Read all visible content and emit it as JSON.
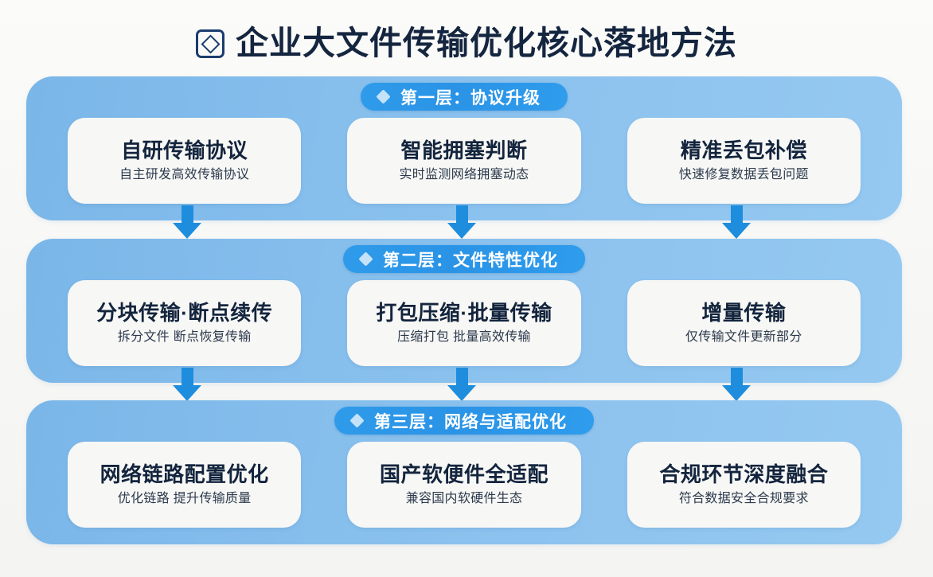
{
  "page": {
    "title": "企业大文件传输优化核心落地方法",
    "title_icon": "diamond-in-square-icon",
    "background_color": "#f7f7f5",
    "accent_color": "#2a93e6",
    "panel_color": "#85bdec",
    "arrow_color": "#1f8ddd",
    "title_color": "#14253f"
  },
  "layers": [
    {
      "id": "layer-1",
      "pill_icon": "diamond-icon",
      "pill_label": "第一层：协议升级",
      "cards": [
        {
          "title": "自研传输协议",
          "subtitle": "自主研发高效传输协议"
        },
        {
          "title": "智能拥塞判断",
          "subtitle": "实时监测网络拥塞动态"
        },
        {
          "title": "精准丢包补偿",
          "subtitle": "快速修复数据丢包问题"
        }
      ]
    },
    {
      "id": "layer-2",
      "pill_icon": "diamond-icon",
      "pill_label": "第二层：文件特性优化",
      "cards": [
        {
          "title": "分块传输·断点续传",
          "subtitle": "拆分文件 断点恢复传输"
        },
        {
          "title": "打包压缩·批量传输",
          "subtitle": "压缩打包 批量高效传输"
        },
        {
          "title": "增量传输",
          "subtitle": "仅传输文件更新部分"
        }
      ]
    },
    {
      "id": "layer-3",
      "pill_icon": "diamond-icon",
      "pill_label": "第三层：网络与适配优化",
      "cards": [
        {
          "title": "网络链路配置优化",
          "subtitle": "优化链路 提升传输质量"
        },
        {
          "title": "国产软便件全适配",
          "subtitle": "兼容国内软硬件生态"
        },
        {
          "title": "合规环节深度融合",
          "subtitle": "符合数据安全合规要求"
        }
      ]
    }
  ],
  "arrows": [
    {
      "name": "arrow-layer1-card1-down",
      "icon": "arrow-down-icon"
    },
    {
      "name": "arrow-layer1-card2-down",
      "icon": "arrow-down-icon"
    },
    {
      "name": "arrow-layer1-card3-down",
      "icon": "arrow-down-icon"
    },
    {
      "name": "arrow-layer2-card1-down",
      "icon": "arrow-down-icon"
    },
    {
      "name": "arrow-layer2-card2-down",
      "icon": "arrow-down-icon"
    },
    {
      "name": "arrow-layer2-card3-down",
      "icon": "arrow-down-icon"
    }
  ]
}
